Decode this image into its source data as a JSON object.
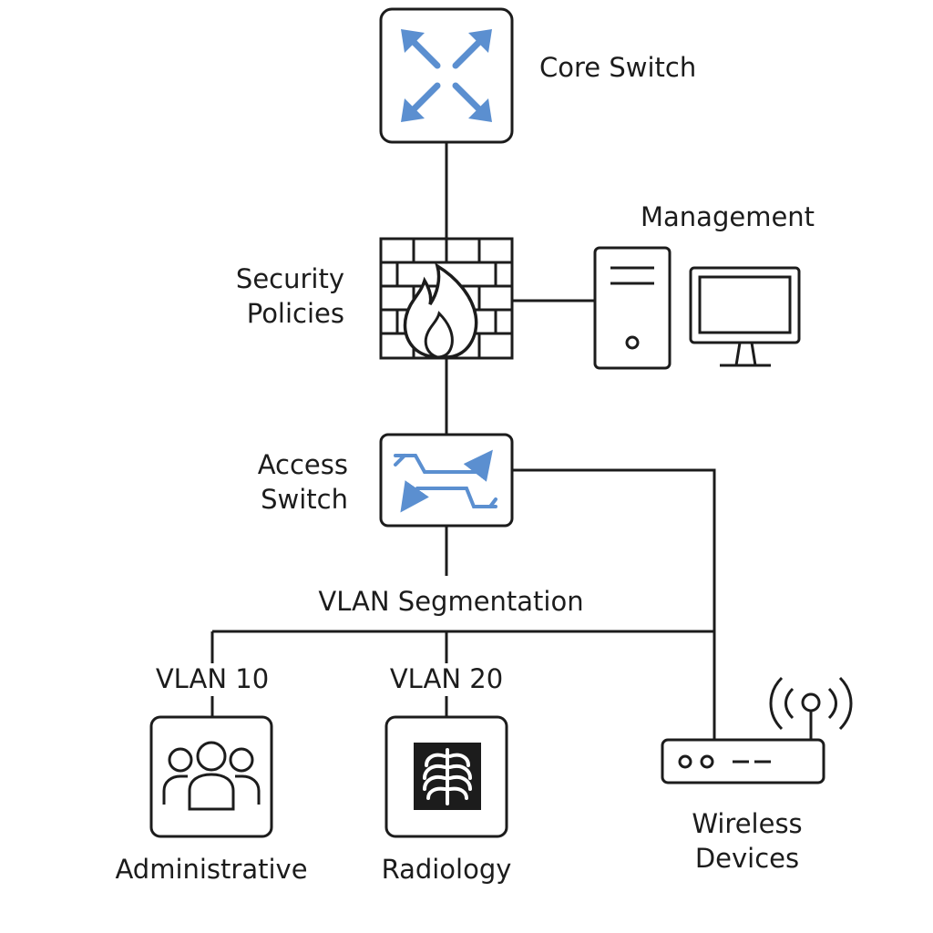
{
  "nodes": {
    "core_switch": {
      "label": "Core Switch"
    },
    "security_policies": {
      "label_line1": "Security",
      "label_line2": "Policies"
    },
    "management": {
      "label": "Management"
    },
    "access_switch": {
      "label_line1": "Access",
      "label_line2": "Switch"
    },
    "vlan_segmentation": {
      "label": "VLAN Segmentation"
    },
    "vlan10": {
      "label": "VLAN 10"
    },
    "vlan20": {
      "label": "VLAN 20"
    },
    "administrative": {
      "label": "Administrative"
    },
    "radiology": {
      "label": "Radiology"
    },
    "wireless": {
      "label_line1": "Wireless",
      "label_line2": "Devices"
    }
  },
  "colors": {
    "stroke": "#1c1c1c",
    "accent": "#5b8fd0",
    "background": "#ffffff"
  },
  "icons": {
    "core_switch": "switch-arrows-icon",
    "firewall": "firewall-icon",
    "server": "server-tower-icon",
    "monitor": "monitor-icon",
    "access_switch": "switch-crossing-arrows-icon",
    "administrative": "people-group-icon",
    "radiology": "xray-ribcage-icon",
    "wireless": "wireless-router-icon"
  }
}
